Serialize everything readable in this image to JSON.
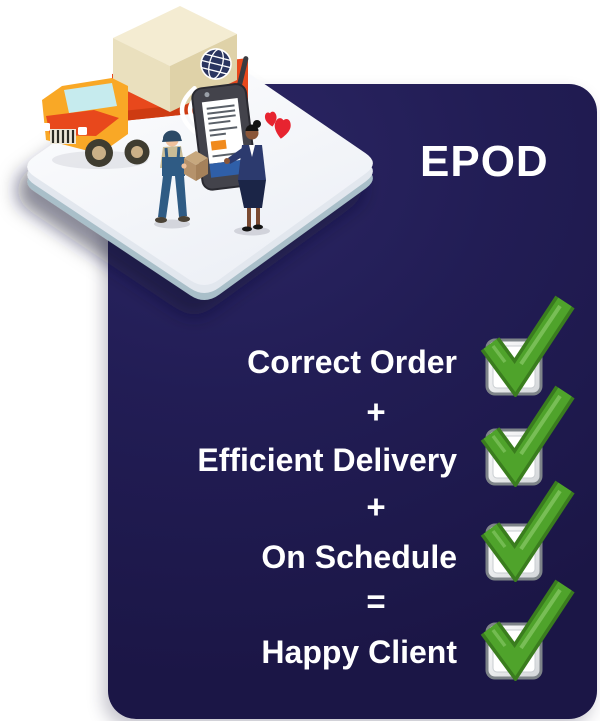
{
  "page": {
    "background_color": "#ffffff"
  },
  "card": {
    "title": "EPOD",
    "background_color_top": "#2B2664",
    "background_color_bottom": "#1B1646",
    "text_color": "#ffffff"
  },
  "checklist": {
    "rows": [
      {
        "label": "Correct Order",
        "checked": true
      },
      {
        "separator": "+"
      },
      {
        "label": "Efficient Delivery",
        "checked": true
      },
      {
        "separator": "+"
      },
      {
        "label": "On Schedule",
        "checked": true
      },
      {
        "separator": "="
      },
      {
        "label": "Happy Client",
        "checked": true
      }
    ],
    "checkmark_color": "#4FA32B",
    "checkmark_outline_color": "#3A7D1E",
    "checkbox_fill": "#ffffff",
    "checkbox_border": "#7E8489"
  },
  "illustration": {
    "scene": "isometric-delivery-scene",
    "elements": [
      "platform",
      "delivery-truck",
      "cargo-box",
      "globe",
      "wifi-signal",
      "handheld-epod-device",
      "delivery-driver-with-package",
      "client",
      "hearts"
    ],
    "colors": {
      "truck_yellow": "#F9A826",
      "truck_red": "#E8481C",
      "cargo_beige": "#EAE0BE",
      "platform_top": "#FDFEFF",
      "platform_edge": "#A9BFC9",
      "device_body": "#3F3F46",
      "device_accent_orange": "#F08A1D",
      "device_accent_blue": "#2F5FA8",
      "heart_red": "#E72430",
      "driver_overalls": "#2F5B84",
      "client_suit": "#2C3A6E"
    }
  }
}
